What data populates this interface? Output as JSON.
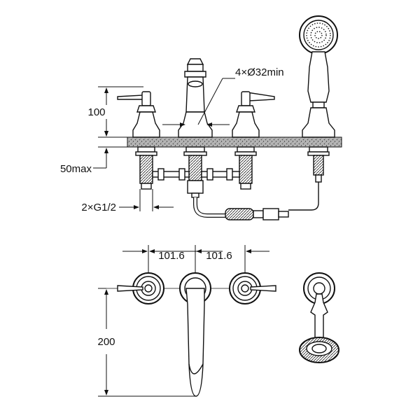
{
  "labels": {
    "height_upper": "100",
    "height_lower": "50max",
    "hole_diameter": "4×Ø32min",
    "thread": "2×G1/2",
    "spacing_left": "101.6",
    "spacing_right": "101.6",
    "depth": "200"
  },
  "colors": {
    "line": "#111111",
    "deck": "#9a9a9a",
    "background": "#ffffff"
  }
}
